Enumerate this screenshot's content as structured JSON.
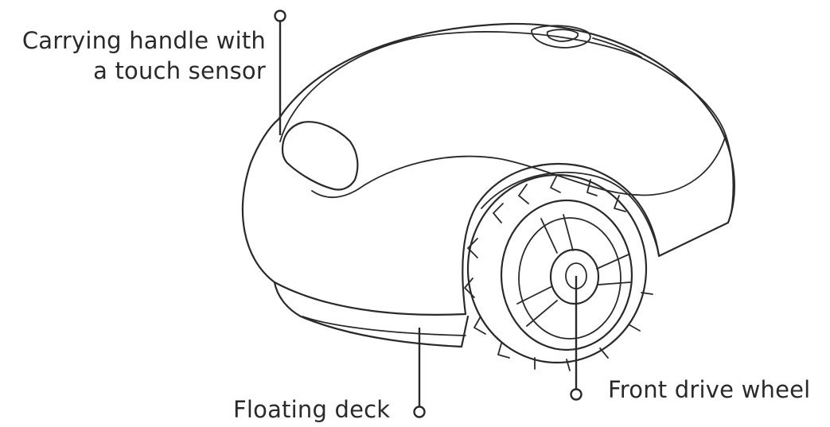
{
  "diagram": {
    "callouts": [
      {
        "id": "handle",
        "lines": [
          "Carrying handle with",
          "a touch sensor"
        ]
      },
      {
        "id": "deck",
        "lines": [
          "Floating deck"
        ]
      },
      {
        "id": "wheel",
        "lines": [
          "Front drive wheel"
        ]
      }
    ],
    "colors": {
      "ink": "#2a2a2a",
      "background": "#ffffff"
    }
  }
}
